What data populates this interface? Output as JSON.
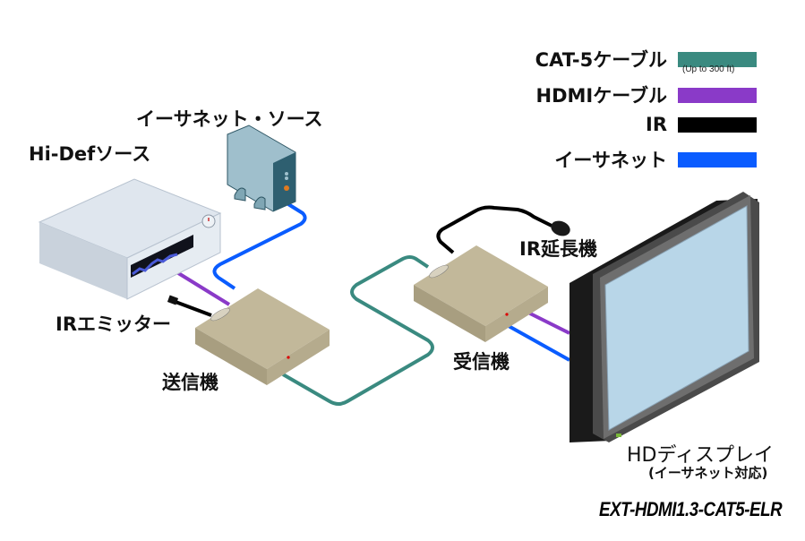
{
  "legend": {
    "items": [
      {
        "label": "CAT-5ケーブル",
        "color": "#3a8a80",
        "note": "(Up to 300 ft)"
      },
      {
        "label": "HDMIケーブル",
        "color": "#8a3ac8"
      },
      {
        "label": "IR",
        "color": "#000000"
      },
      {
        "label": "イーサネット",
        "color": "#0a5cff"
      }
    ]
  },
  "devices": {
    "ethernet_source": "イーサネット・ソース",
    "hidef_source": "Hi-Defソース",
    "ir_emitter": "IRエミッター",
    "transmitter": "送信機",
    "receiver": "受信機",
    "ir_extender": "IR延長機",
    "hd_display": "HDディスプレイ",
    "hd_display_note": "(イーサネット対応)"
  },
  "model_number": "EXT-HDMI1.3-CAT5-ELR"
}
